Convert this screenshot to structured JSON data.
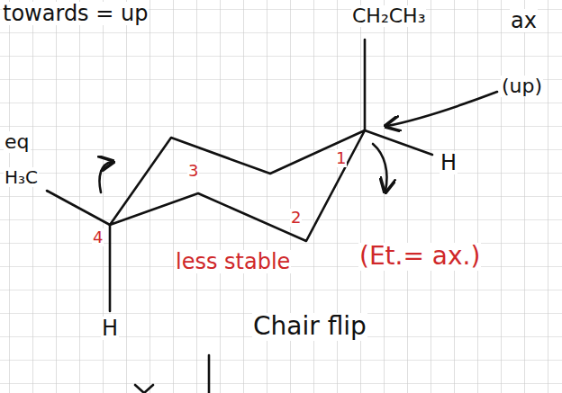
{
  "diagram": {
    "labels": [
      "towards = up",
      "CH₂CH₃",
      "ax",
      "(up)",
      "H",
      "eq",
      "H₃C",
      "1",
      "2",
      "3",
      "4",
      "less stable",
      "(Et.= ax.)",
      "H",
      "Chair flip"
    ]
  }
}
